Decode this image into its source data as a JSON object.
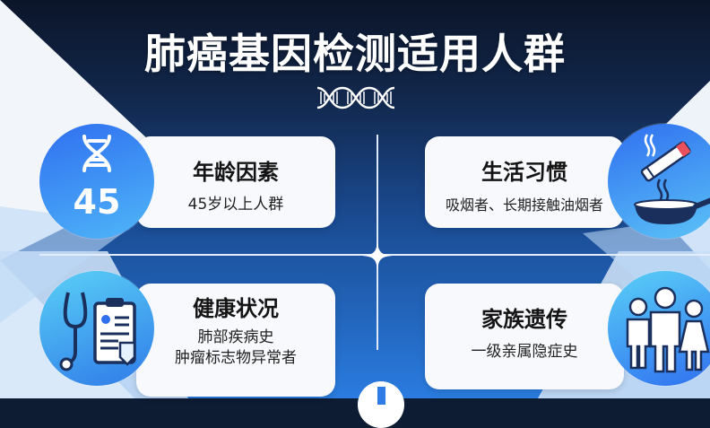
{
  "header": {
    "title": "肺癌基因检测适用人群",
    "icon": "dna-helix-icon"
  },
  "cards": [
    {
      "title": "年龄因素",
      "lines": [
        "45岁以上人群"
      ],
      "icon": "dna-45-icon",
      "badge": "45"
    },
    {
      "title": "生活习惯",
      "lines": [
        "吸烟者、长期接触油烟者"
      ],
      "icon": "cigarette-pan-icon"
    },
    {
      "title": "健康状况",
      "lines": [
        "肺部疾病史",
        "肿瘤标志物异常者"
      ],
      "icon": "stethoscope-clipboard-icon"
    },
    {
      "title": "家族遗传",
      "lines": [
        "一级亲属隐症史"
      ],
      "icon": "family-icon"
    }
  ],
  "colors": {
    "navy": "#0b1529",
    "blue": "#2a7ce0",
    "light": "#f7f9fc",
    "accent_red": "#e8505b"
  }
}
